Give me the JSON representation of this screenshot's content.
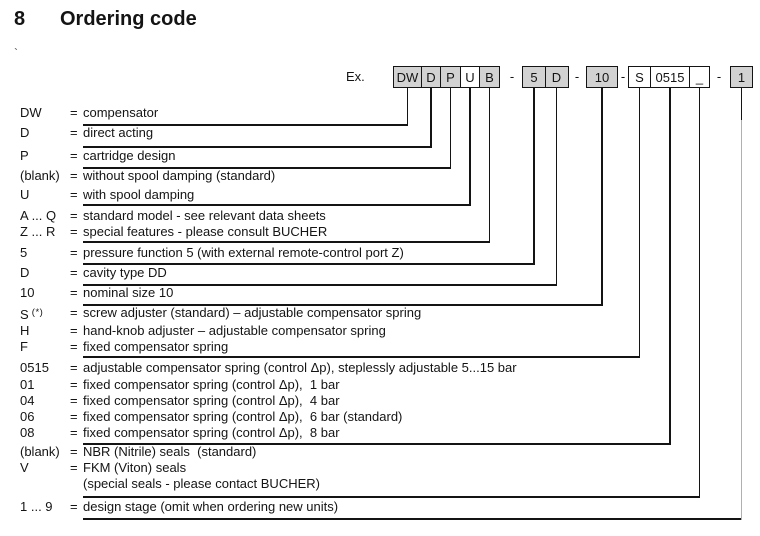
{
  "page": {
    "section_number": "8",
    "section_title": "Ordering code",
    "stray_mark": "`"
  },
  "example": {
    "label": "Ex.",
    "separator": "-",
    "boxes": [
      {
        "text": "DW",
        "filled": true
      },
      {
        "text": "D",
        "filled": true
      },
      {
        "text": "P",
        "filled": true
      },
      {
        "text": "U",
        "filled": false
      },
      {
        "text": "B",
        "filled": true
      },
      {
        "text": "5",
        "filled": true
      },
      {
        "text": "D",
        "filled": true
      },
      {
        "text": "10",
        "filled": true
      },
      {
        "text": "S",
        "filled": false
      },
      {
        "text": "0515",
        "filled": false
      },
      {
        "text": "_",
        "filled": false
      },
      {
        "text": "1",
        "filled": true
      }
    ],
    "groups": [
      [
        0,
        1,
        2,
        3,
        4
      ],
      [
        5,
        6
      ],
      [
        7
      ],
      [
        8,
        9,
        10
      ],
      [
        11
      ]
    ]
  },
  "equals_sign": "=",
  "colors": {
    "box_fill": "#d2d2d2",
    "line": "#141414",
    "faded_line": "#b0b0b0"
  },
  "rows": [
    {
      "code": "DW",
      "desc": "compensator",
      "box": 0
    },
    {
      "code": "D",
      "desc": "direct acting",
      "box": 1
    },
    {
      "code": "P",
      "desc": "cartridge design",
      "box": 2
    },
    {
      "code": "(blank)",
      "desc": "without spool damping (standard)",
      "box": null
    },
    {
      "code": "U",
      "desc": "with spool damping",
      "box": 3
    },
    {
      "code": "A ... Q",
      "desc": "standard model - see relevant data sheets",
      "box": null
    },
    {
      "code": "Z ... R",
      "desc": "special features - please consult BUCHER",
      "box": 4
    },
    {
      "code": "5",
      "desc": "pressure function 5 (with external remote-control port Z)",
      "box": 5
    },
    {
      "code": "D",
      "desc": "cavity type DD",
      "box": 6
    },
    {
      "code": "10",
      "desc": "nominal size 10",
      "box": 7
    },
    {
      "code": "S",
      "code_sup": "(*)",
      "desc": "screw adjuster (standard) – adjustable compensator spring",
      "box": null
    },
    {
      "code": "H",
      "desc": "hand-knob adjuster – adjustable compensator spring",
      "box": null
    },
    {
      "code": "F",
      "desc": "fixed compensator spring",
      "box": 8
    },
    {
      "code": "0515",
      "desc": "adjustable compensator spring (control Δp), steplessly adjustable 5...15 bar",
      "box": null
    },
    {
      "code": "01",
      "desc": "fixed compensator spring (control Δp),  1 bar",
      "box": null
    },
    {
      "code": "04",
      "desc": "fixed compensator spring (control Δp),  4 bar",
      "box": null
    },
    {
      "code": "06",
      "desc": "fixed compensator spring (control Δp),  6 bar (standard)",
      "box": null
    },
    {
      "code": "08",
      "desc": "fixed compensator spring (control Δp),  8 bar",
      "box": 9
    },
    {
      "code": "(blank)",
      "desc": "NBR (Nitrile) seals  (standard)",
      "box": null
    },
    {
      "code": "V",
      "desc": "FKM (Viton) seals",
      "box": null
    },
    {
      "code": "",
      "desc": "(special seals - please contact BUCHER)",
      "box": 10
    },
    {
      "code": "1 ... 9",
      "desc": "design stage (omit when ordering new units)",
      "box": 11
    }
  ]
}
